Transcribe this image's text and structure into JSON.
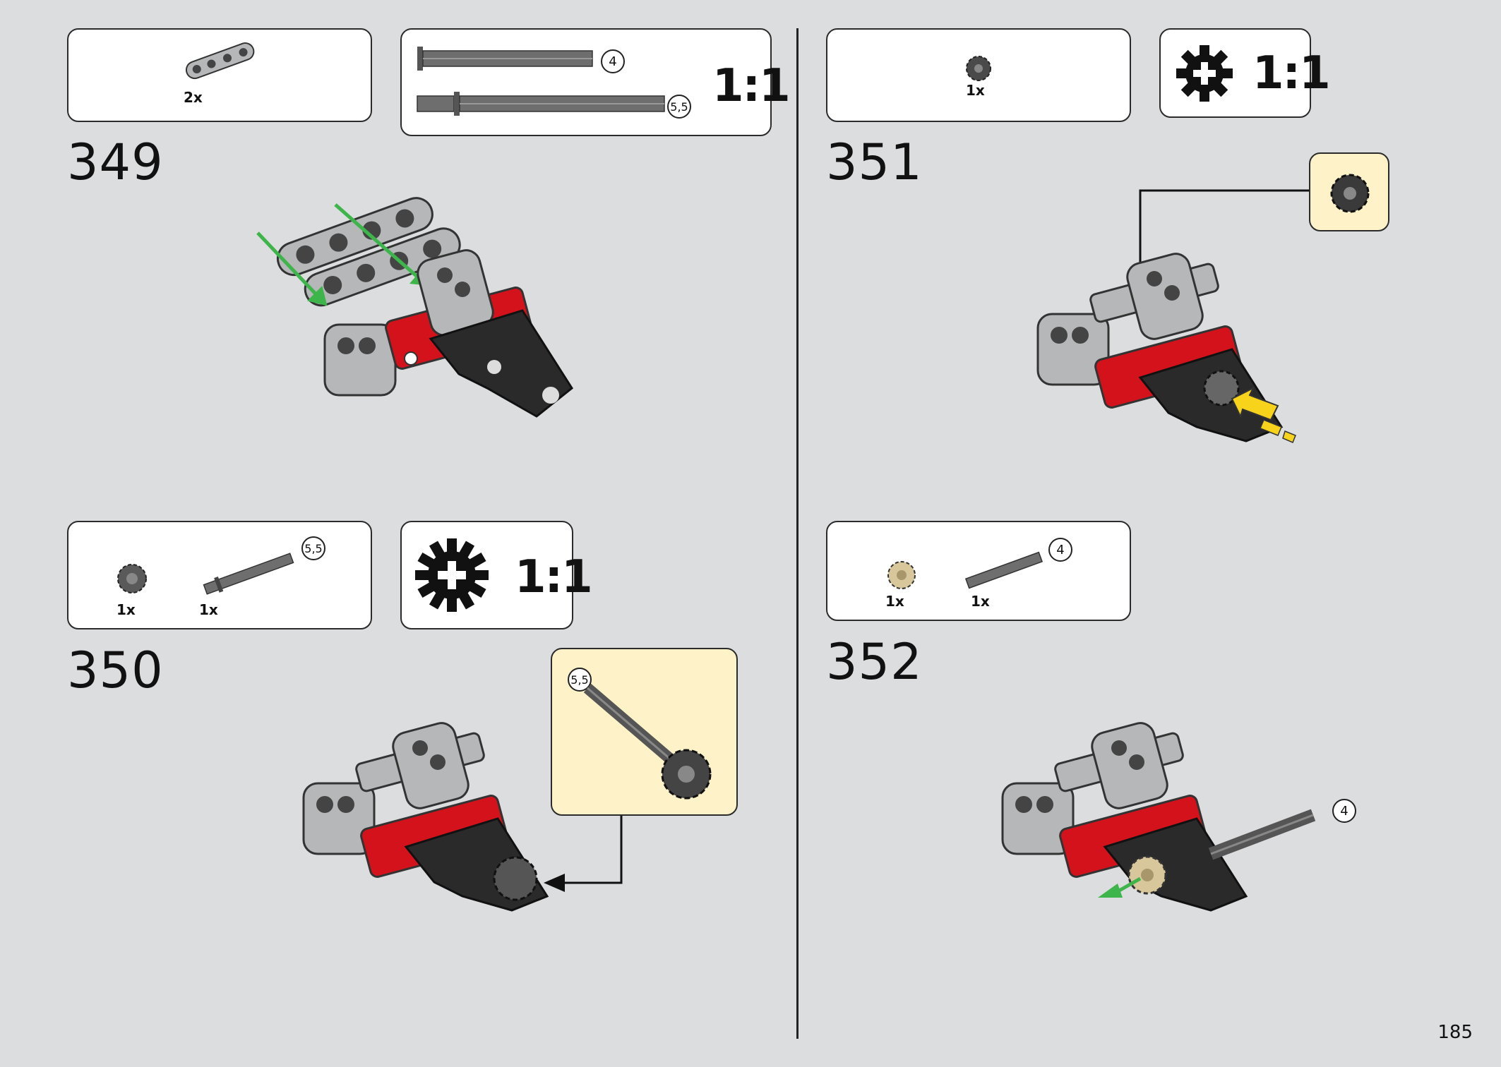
{
  "page_number": "185",
  "steps": [
    {
      "number": "349",
      "parts": [
        {
          "qty": "2x"
        }
      ],
      "lengths": [
        "4",
        "5,5"
      ],
      "scale": "1:1"
    },
    {
      "number": "350",
      "parts": [
        {
          "qty": "1x"
        },
        {
          "qty": "1x"
        }
      ],
      "part_length": "5,5",
      "scale": "1:1",
      "callout_length": "5,5"
    },
    {
      "number": "351",
      "parts": [
        {
          "qty": "1x"
        }
      ],
      "scale": "1:1"
    },
    {
      "number": "352",
      "parts": [
        {
          "qty": "1x"
        },
        {
          "qty": "1x"
        }
      ],
      "part_length": "4",
      "model_length": "4"
    }
  ],
  "colors": {
    "red": "#d4121b",
    "light_gray": "#b5b7b8",
    "black": "#2a2a2a",
    "tan": "#d8c79a",
    "green_arrow": "#3db54a",
    "yellow_arrow": "#f8d31c",
    "callout_bg": "#fdf2c8"
  }
}
